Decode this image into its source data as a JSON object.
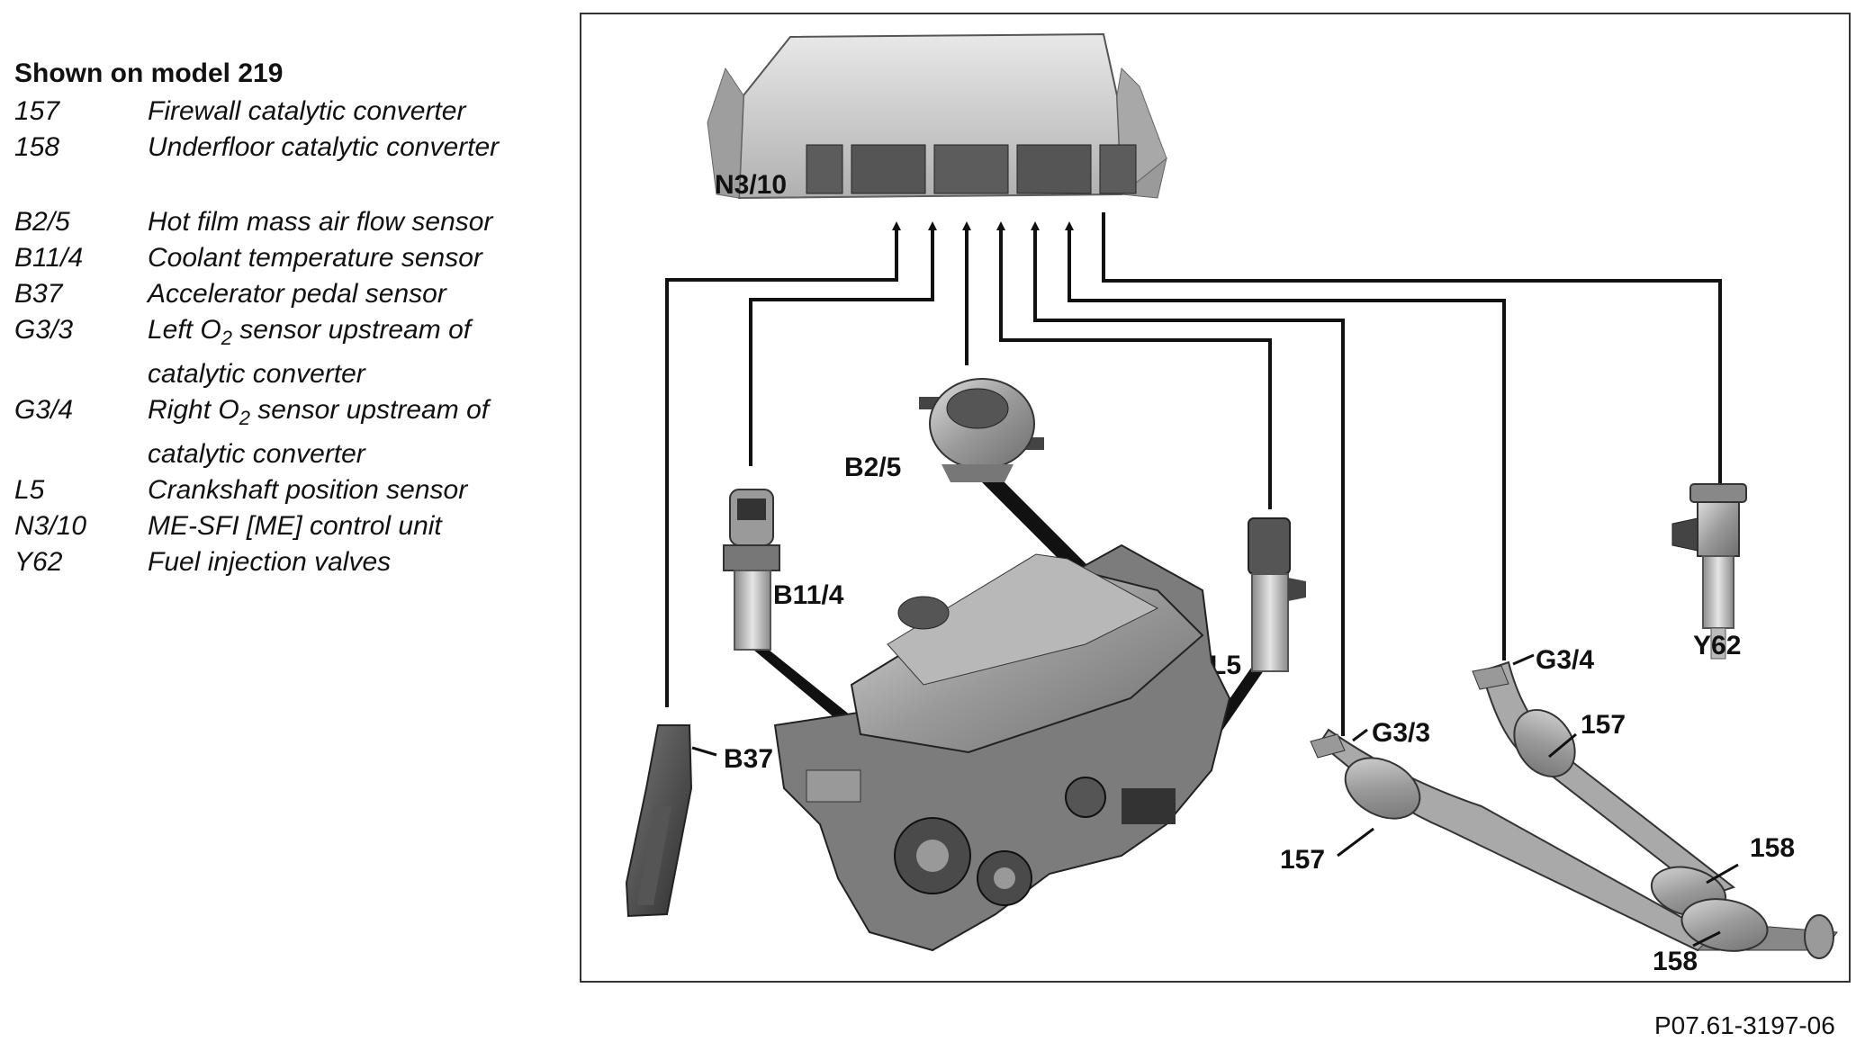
{
  "legend": {
    "title": "Shown on model 219",
    "group1": [
      {
        "code": "157",
        "desc": "Firewall catalytic converter"
      },
      {
        "code": "158",
        "desc": "Underfloor catalytic converter"
      }
    ],
    "group2": [
      {
        "code": "B2/5",
        "desc": "Hot film mass air flow sensor"
      },
      {
        "code": "B11/4",
        "desc": "Coolant temperature sensor"
      },
      {
        "code": "B37",
        "desc": "Accelerator pedal sensor"
      },
      {
        "code": "G3/3",
        "desc_pre": "Left O",
        "desc_sub": "2",
        "desc_post": " sensor upstream of",
        "desc_line2": "catalytic converter"
      },
      {
        "code": "G3/4",
        "desc_pre": "Right O",
        "desc_sub": "2",
        "desc_post": " sensor upstream of",
        "desc_line2": "catalytic converter"
      },
      {
        "code": "L5",
        "desc": "Crankshaft position sensor"
      },
      {
        "code": "N3/10",
        "desc": "ME-SFI [ME] control unit"
      },
      {
        "code": "Y62",
        "desc": "Fuel injection valves"
      }
    ]
  },
  "labels": {
    "n3_10": "N3/10",
    "b2_5": "B2/5",
    "b11_4": "B11/4",
    "b37": "B37",
    "l5": "L5",
    "g3_3": "G3/3",
    "g3_4": "G3/4",
    "y62": "Y62",
    "cat157_left": "157",
    "cat157_right": "157",
    "cat158_top": "158",
    "cat158_bottom": "158"
  },
  "reference": "P07.61-3197-06"
}
